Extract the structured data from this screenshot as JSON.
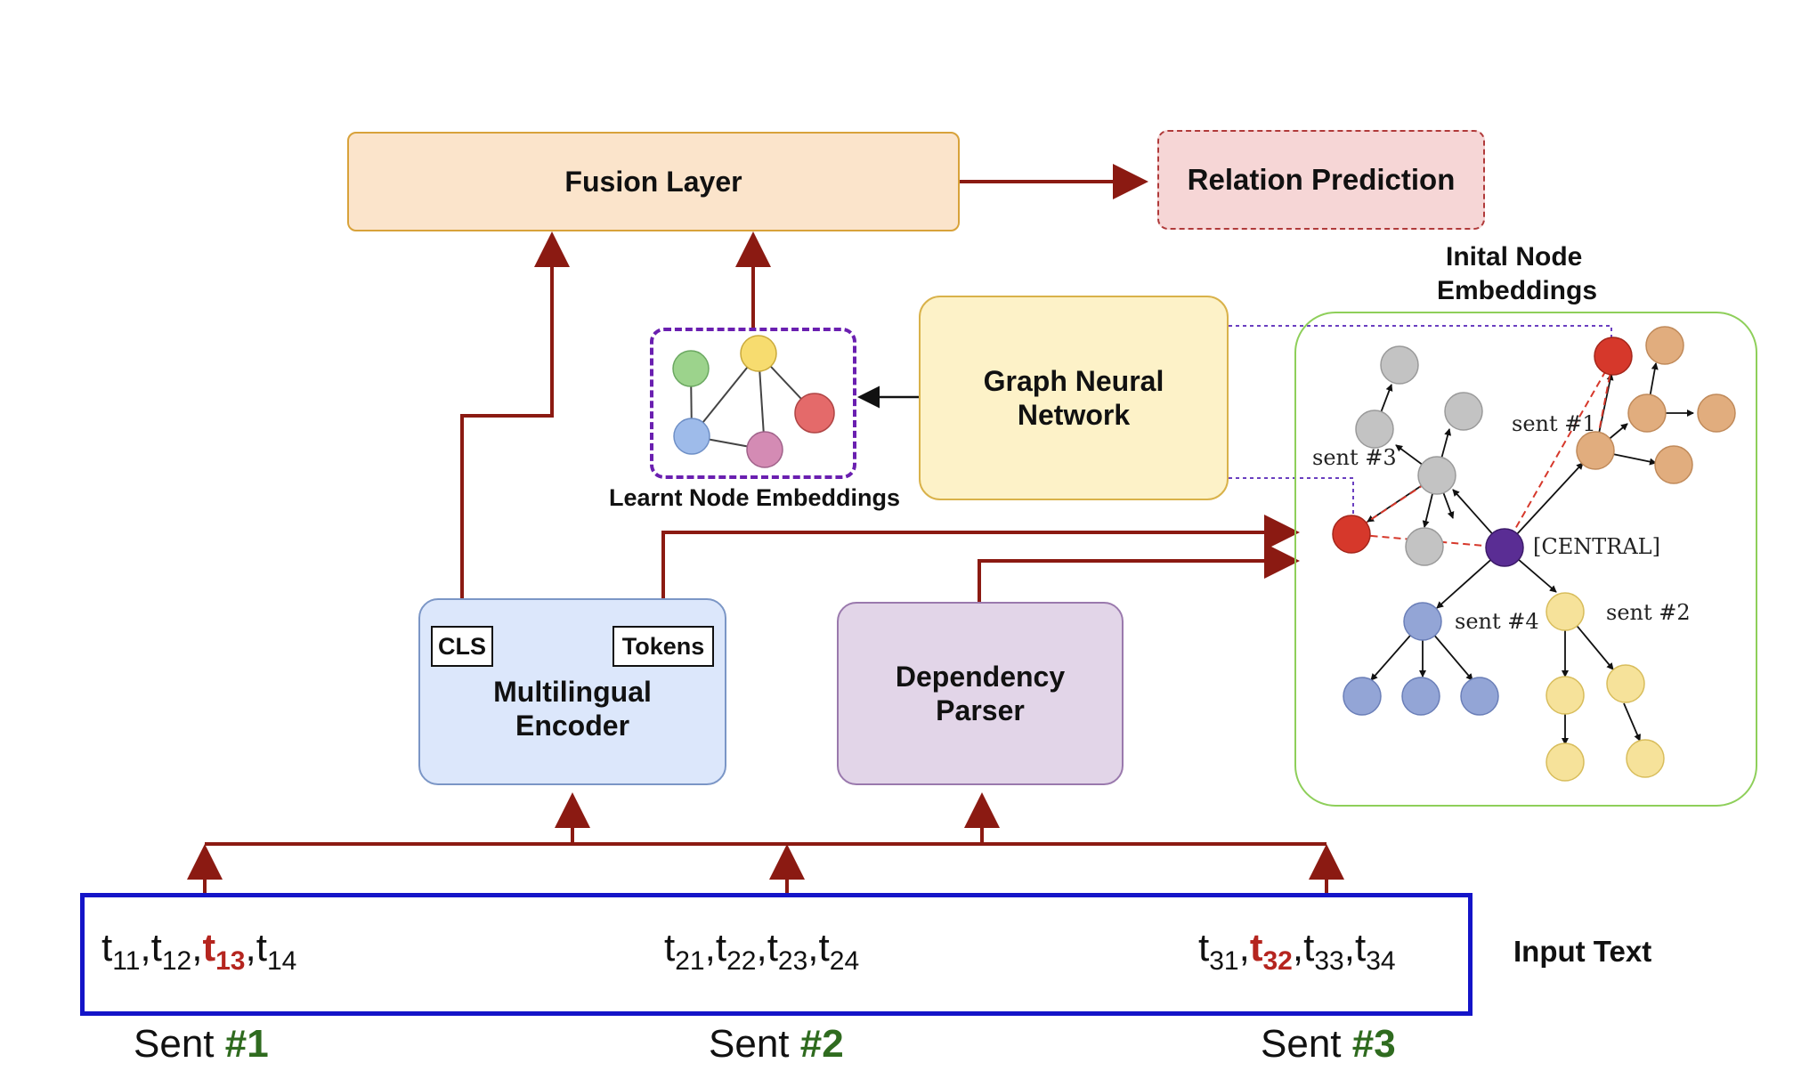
{
  "boxes": {
    "fusion": "Fusion Layer",
    "relation": "Relation Prediction",
    "gnn_line1": "Graph Neural",
    "gnn_line2": "Network",
    "encoder_line1": "Multilingual",
    "encoder_line2": "Encoder",
    "parser_line1": "Dependency",
    "parser_line2": "Parser",
    "cls": "CLS",
    "tokens": "Tokens"
  },
  "labels": {
    "learnt": "Learnt Node Embeddings",
    "initial_line1": "Inital Node",
    "initial_line2": "Embeddings",
    "input_text": "Input Text"
  },
  "tokens": {
    "s1": [
      {
        "base": "t",
        "sub": "11",
        "sep": ",",
        "highlight": false
      },
      {
        "base": "t",
        "sub": "12",
        "sep": ",",
        "highlight": false
      },
      {
        "base": "t",
        "sub": "13",
        "sep": ",",
        "highlight": true
      },
      {
        "base": "t",
        "sub": "14",
        "sep": "",
        "highlight": false
      }
    ],
    "s2": [
      {
        "base": "t",
        "sub": "21",
        "sep": ",",
        "highlight": false
      },
      {
        "base": "t",
        "sub": "22",
        "sep": ",",
        "highlight": false
      },
      {
        "base": "t",
        "sub": "23",
        "sep": ",",
        "highlight": false
      },
      {
        "base": "t",
        "sub": "24",
        "sep": "",
        "highlight": false
      }
    ],
    "s3": [
      {
        "base": "t",
        "sub": "31",
        "sep": ",",
        "highlight": false
      },
      {
        "base": "t",
        "sub": "32",
        "sep": ",",
        "highlight": true
      },
      {
        "base": "t",
        "sub": "33",
        "sep": ",",
        "highlight": false
      },
      {
        "base": "t",
        "sub": "34",
        "sep": "",
        "highlight": false
      }
    ]
  },
  "sentences": [
    {
      "prefix": "Sent ",
      "num": "#1"
    },
    {
      "prefix": "Sent ",
      "num": "#2"
    },
    {
      "prefix": "Sent ",
      "num": "#3"
    }
  ],
  "graph": {
    "central": "[CENTRAL]",
    "sent1": "sent #1",
    "sent2": "sent #2",
    "sent3": "sent #3",
    "sent4": "sent #4"
  },
  "colors": {
    "arrow": "#8b1a12",
    "gray_node": "#c3c3c3",
    "orange_node": "#e1ad7e",
    "yellow_node": "#f6e29a",
    "blue_node": "#93a5d6",
    "red_node": "#d6382b",
    "central_node": "#5a2d94",
    "learnt_green": "#9cd38c",
    "learnt_yellow": "#f7dc6f",
    "learnt_red": "#e46a6a",
    "learnt_blue": "#9ebbea",
    "learnt_pink": "#d48bb4"
  }
}
